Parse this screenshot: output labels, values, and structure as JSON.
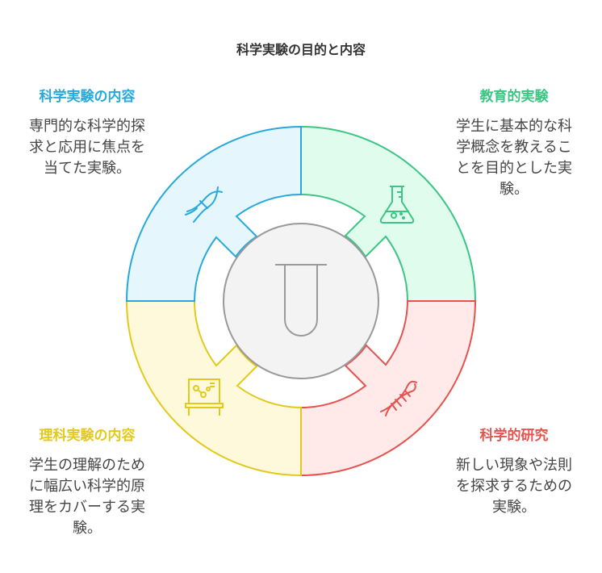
{
  "title": "科学実験の目的と内容",
  "colors": {
    "green": "#3cc584",
    "red": "#e5534f",
    "yellow": "#e2c91c",
    "blue": "#27a9db",
    "center": "#999999"
  },
  "sections": {
    "top_left": {
      "heading": "科学実験の内容",
      "lines": [
        "専門的な科学的探",
        "求と応用に焦点を",
        "当てた実験。"
      ],
      "icon": "dna-icon"
    },
    "top_right": {
      "heading": "教育的実験",
      "lines": [
        "学生に基本的な科",
        "学概念を教えるこ",
        "とを目的とした実",
        "験。"
      ],
      "icon": "flask-icon"
    },
    "bottom_left": {
      "heading": "理科実験の内容",
      "lines": [
        "学生の理解のため",
        "に幅広い科学的原",
        "理をカバーする実",
        "験。"
      ],
      "icon": "lab-bench-icon"
    },
    "bottom_right": {
      "heading": "科学的研究",
      "lines": [
        "新しい現象や法則",
        "を探求するための",
        "実験。"
      ],
      "icon": "dna-helix-icon"
    }
  },
  "center_icon": "test-tube-icon"
}
